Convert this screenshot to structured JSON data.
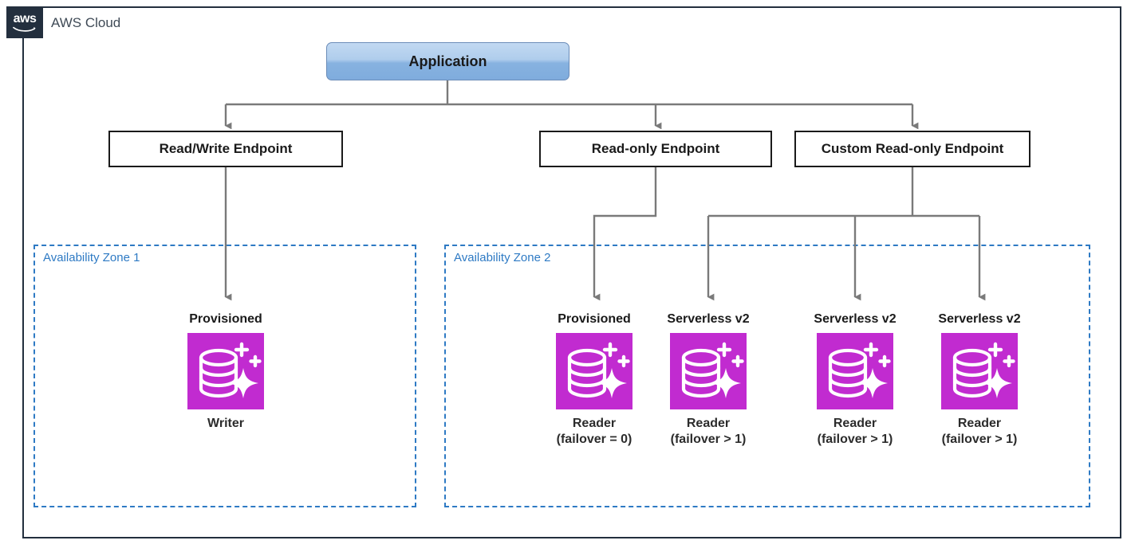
{
  "frame": {
    "logo_text": "aws",
    "logo_icon": "aws-logo-icon",
    "title": "AWS Cloud"
  },
  "application": {
    "label": "Application"
  },
  "endpoints": [
    {
      "id": "read-write",
      "label": "Read/Write Endpoint"
    },
    {
      "id": "read-only",
      "label": "Read-only Endpoint"
    },
    {
      "id": "custom-read-only",
      "label": "Custom Read-only Endpoint"
    }
  ],
  "zones": [
    {
      "id": "az1",
      "label": "Availability Zone 1"
    },
    {
      "id": "az2",
      "label": "Availability Zone 2"
    }
  ],
  "instances": [
    {
      "id": "writer",
      "zone": "az1",
      "type": "Provisioned",
      "role": "Writer",
      "icon": "aurora-database-icon",
      "color": "#C12BD0"
    },
    {
      "id": "reader-provisioned",
      "zone": "az2",
      "type": "Provisioned",
      "role": "Reader\n(failover = 0)",
      "icon": "aurora-database-icon",
      "color": "#C12BD0"
    },
    {
      "id": "reader-serverless-1",
      "zone": "az2",
      "type": "Serverless v2",
      "role": "Reader\n(failover > 1)",
      "icon": "aurora-database-icon",
      "color": "#C12BD0"
    },
    {
      "id": "reader-serverless-2",
      "zone": "az2",
      "type": "Serverless v2",
      "role": "Reader\n(failover > 1)",
      "icon": "aurora-database-icon",
      "color": "#C12BD0"
    },
    {
      "id": "reader-serverless-3",
      "zone": "az2",
      "type": "Serverless v2",
      "role": "Reader\n(failover > 1)",
      "icon": "aurora-database-icon",
      "color": "#C12BD0"
    }
  ],
  "colors": {
    "aws_navy": "#232F3E",
    "zone_blue": "#2E7AC4",
    "aurora_magenta": "#C12BD0",
    "connector_gray": "#7A7A7A",
    "app_blue": "#9CC3E8"
  }
}
